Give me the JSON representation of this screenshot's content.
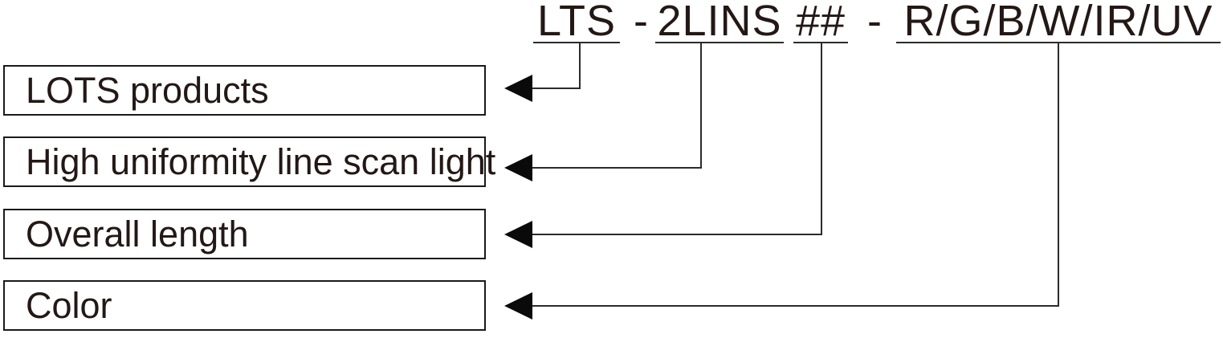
{
  "part_number": {
    "separator": "-",
    "segments": [
      {
        "code": "LTS",
        "label": "LOTS products"
      },
      {
        "code": "2LINS",
        "label": "High uniformity line scan light"
      },
      {
        "code": "##",
        "label": "Overall length"
      },
      {
        "code": "R/G/B/W/IR/UV",
        "label": "Color"
      }
    ]
  },
  "colors": {
    "background": "#ffffff",
    "text": "#231815",
    "line": "#2b2b2b",
    "arrow": "#0a0a0a",
    "box_border": "#1a1a1a"
  }
}
